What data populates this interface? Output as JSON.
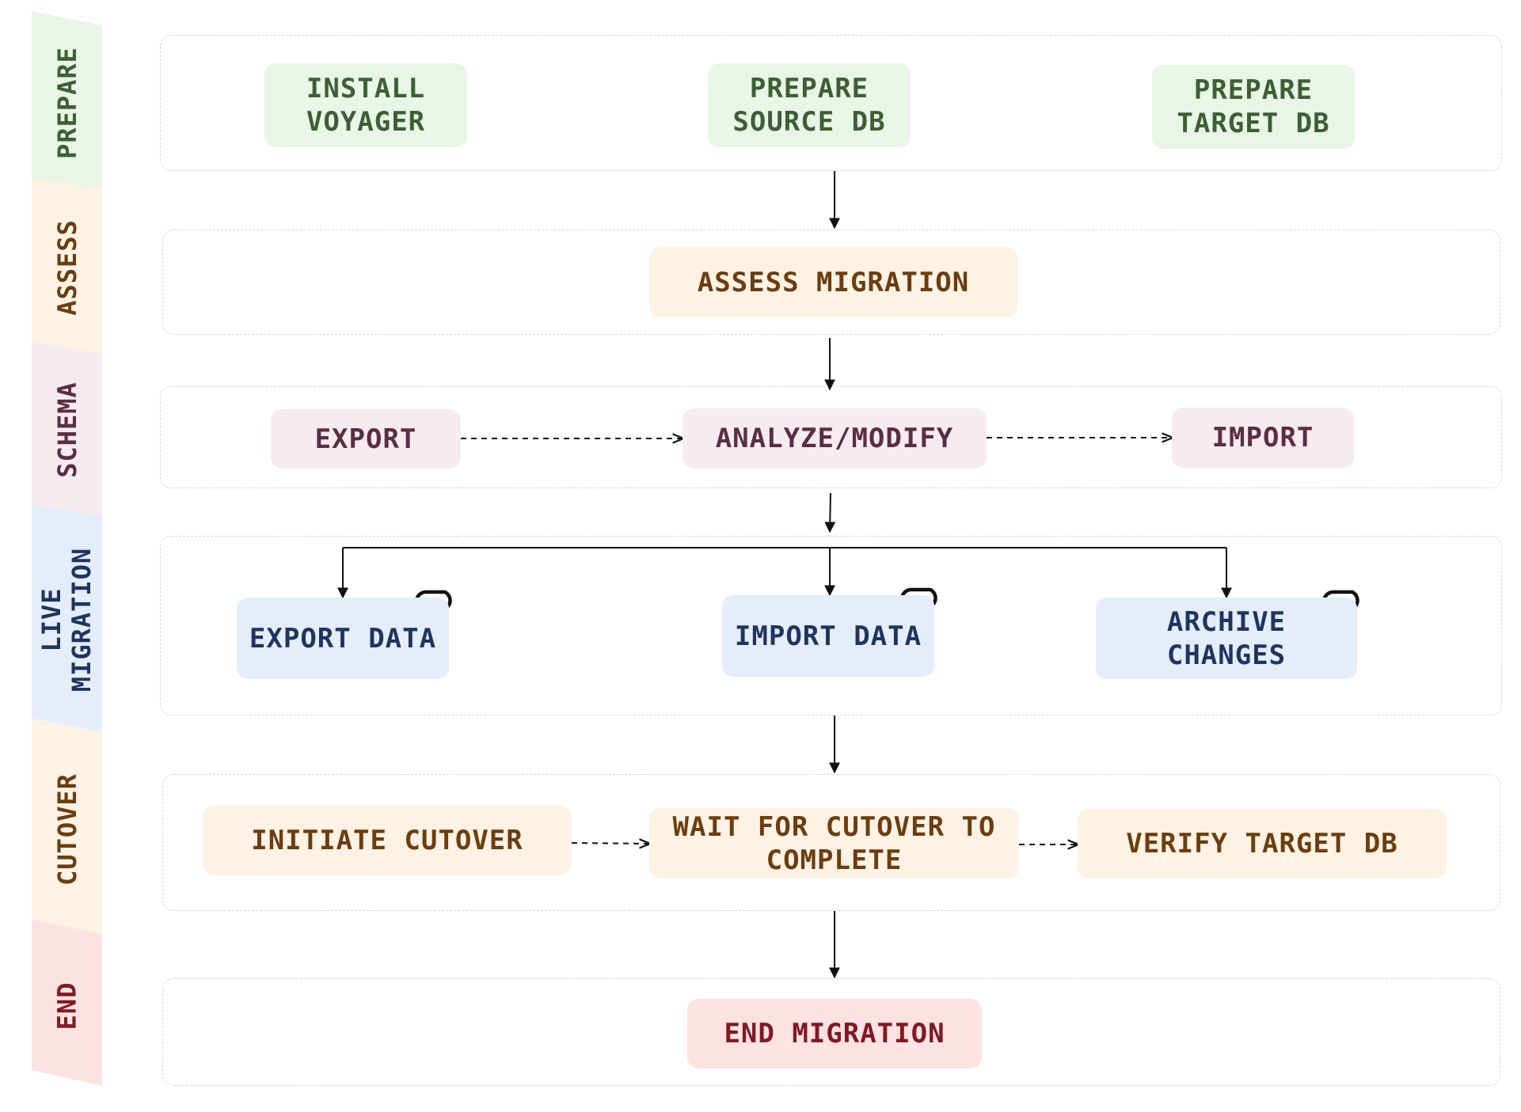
{
  "colors": {
    "prepare_band": "#e9f5e6",
    "assess_band": "#fdf2e4",
    "schema_band": "#f6ebee",
    "live_band": "#e5edfa",
    "cutover_band": "#fdf2e4",
    "end_band": "#fde2e4",
    "prepare_text": "#3d5f35",
    "assess_text": "#6b3d10",
    "schema_text": "#5b2d43",
    "live_text": "#1f355e",
    "end_text": "#801a22"
  },
  "stages": {
    "prepare": "PREPARE",
    "assess": "ASSESS",
    "schema": "SCHEMA",
    "live": "LIVE\nMIGRATION",
    "cutover": "CUTOVER",
    "end": "END"
  },
  "nodes": {
    "install_voyager": "INSTALL\nVOYAGER",
    "prepare_source_db": "PREPARE\nSOURCE DB",
    "prepare_target_db": "PREPARE\nTARGET DB",
    "assess_migration": "ASSESS MIGRATION",
    "schema_export": "EXPORT",
    "schema_analyze_modify": "ANALYZE/MODIFY",
    "schema_import": "IMPORT",
    "export_data": "EXPORT DATA",
    "import_data": "IMPORT DATA",
    "archive_changes": "ARCHIVE\nCHANGES",
    "initiate_cutover": "INITIATE CUTOVER",
    "wait_for_cutover": "WAIT FOR CUTOVER TO\nCOMPLETE",
    "verify_target_db": "VERIFY TARGET DB",
    "end_migration": "END MIGRATION"
  },
  "icons": {
    "loop": "loop-arrow-icon"
  }
}
